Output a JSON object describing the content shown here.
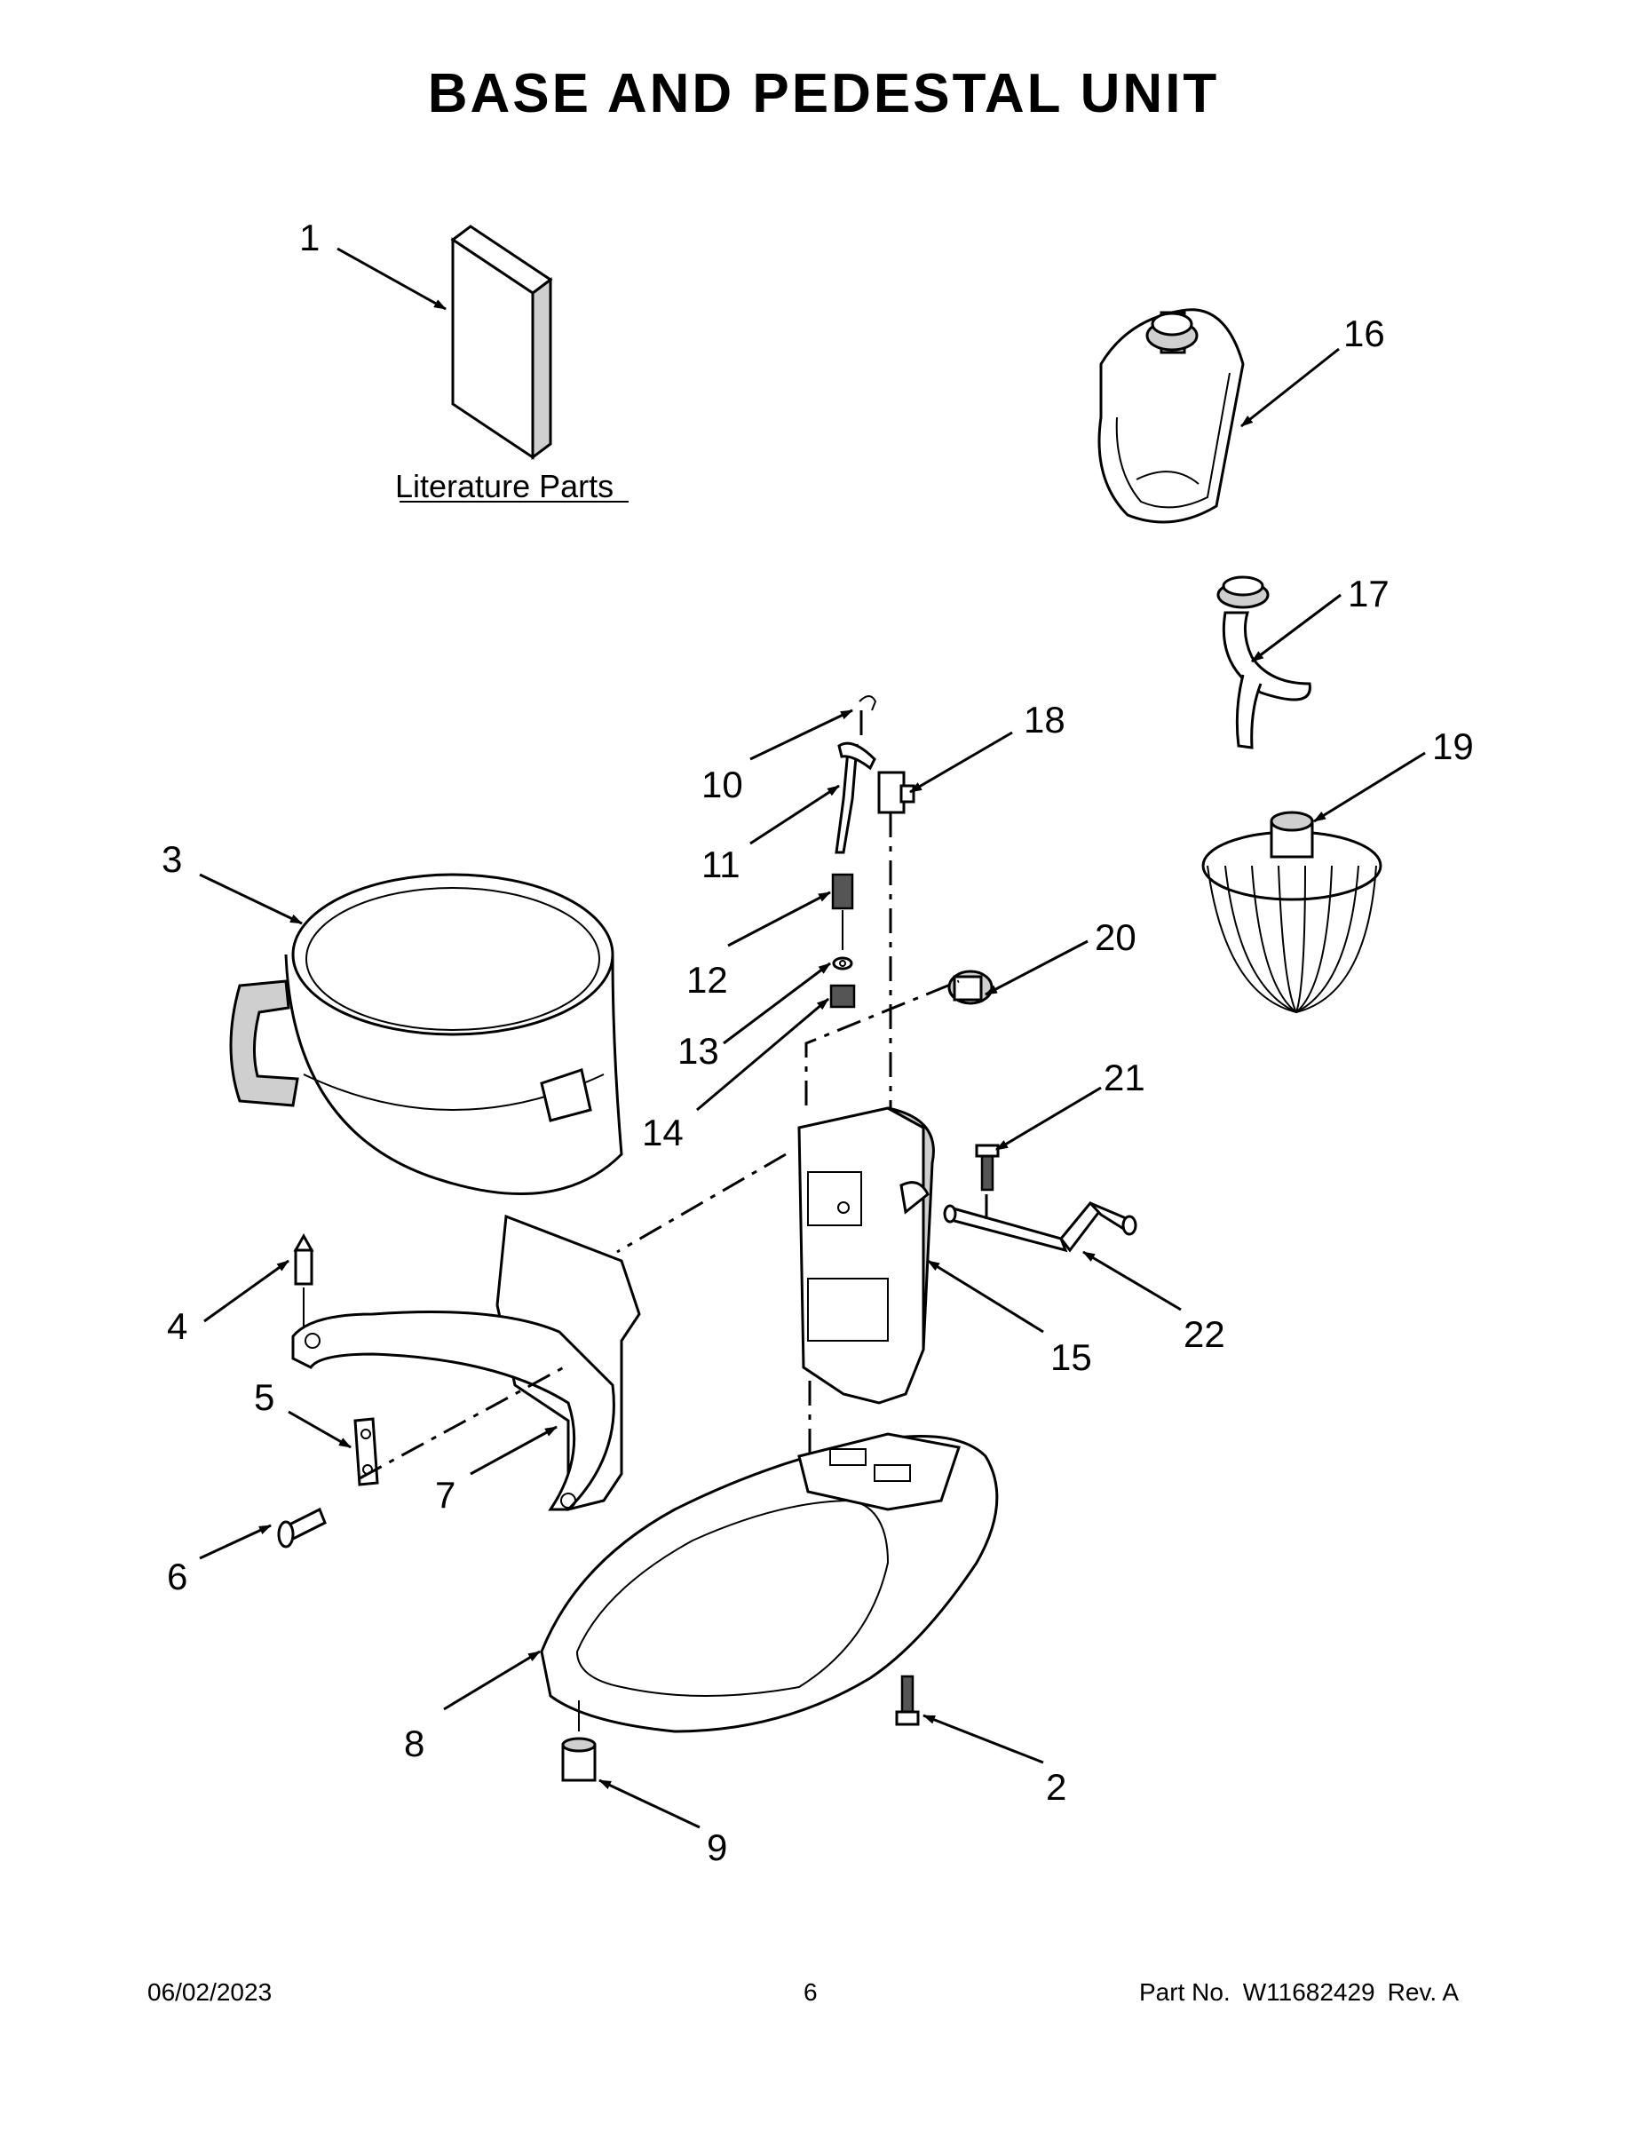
{
  "title": "BASE AND PEDESTAL UNIT",
  "literature_label": "Literature Parts",
  "callouts": [
    "1",
    "2",
    "3",
    "4",
    "5",
    "6",
    "7",
    "8",
    "9",
    "10",
    "11",
    "12",
    "13",
    "14",
    "15",
    "16",
    "17",
    "18",
    "19",
    "20",
    "21",
    "22"
  ],
  "footer": {
    "date": "06/02/2023",
    "page": "6",
    "part_label": "Part No.",
    "part_number": "W11682429",
    "rev": "Rev.  A"
  }
}
